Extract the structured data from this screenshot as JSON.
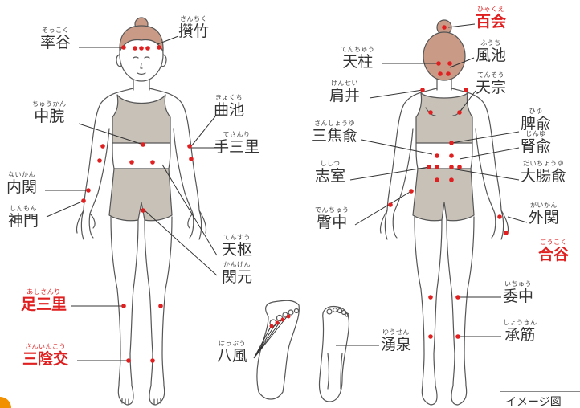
{
  "caption": "イメージ図",
  "colors": {
    "body_outline": "#555555",
    "clothing": "#c7c1b8",
    "hair": "#c99a86",
    "point": "#e02020",
    "leader_line": "#333333",
    "corner_badge": "#f29100"
  },
  "front_points": [
    {
      "furigana": "そっこく",
      "name": "率谷",
      "highlight": false
    },
    {
      "furigana": "さんちく",
      "name": "攢竹",
      "highlight": false
    },
    {
      "furigana": "ちゅうかん",
      "name": "中脘",
      "highlight": false
    },
    {
      "furigana": "きょくち",
      "name": "曲池",
      "highlight": false
    },
    {
      "furigana": "てさんり",
      "name": "手三里",
      "highlight": false
    },
    {
      "furigana": "ないかん",
      "name": "内関",
      "highlight": false
    },
    {
      "furigana": "しんもん",
      "name": "神門",
      "highlight": false
    },
    {
      "furigana": "てんすう",
      "name": "天枢",
      "highlight": false
    },
    {
      "furigana": "かんげん",
      "name": "関元",
      "highlight": false
    },
    {
      "furigana": "あしさんり",
      "name": "足三里",
      "highlight": true
    },
    {
      "furigana": "さんいんこう",
      "name": "三陰交",
      "highlight": true
    }
  ],
  "foot_points": [
    {
      "furigana": "はっぷう",
      "name": "八風",
      "highlight": false
    },
    {
      "furigana": "ゆうせん",
      "name": "湧泉",
      "highlight": false
    }
  ],
  "back_points": [
    {
      "furigana": "ひゃくえ",
      "name": "百会",
      "highlight": true
    },
    {
      "furigana": "てんちゅう",
      "name": "天柱",
      "highlight": false
    },
    {
      "furigana": "ふうち",
      "name": "風池",
      "highlight": false
    },
    {
      "furigana": "けんせい",
      "name": "肩井",
      "highlight": false
    },
    {
      "furigana": "てんそう",
      "name": "天宗",
      "highlight": false
    },
    {
      "furigana": "ひゆ",
      "name": "脾兪",
      "highlight": false
    },
    {
      "furigana": "さんしょうゆ",
      "name": "三焦兪",
      "highlight": false
    },
    {
      "furigana": "じんゆ",
      "name": "腎兪",
      "highlight": false
    },
    {
      "furigana": "ししつ",
      "name": "志室",
      "highlight": false
    },
    {
      "furigana": "だいちょうゆ",
      "name": "大腸兪",
      "highlight": false
    },
    {
      "furigana": "がいかん",
      "name": "外関",
      "highlight": false
    },
    {
      "furigana": "でんちゅう",
      "name": "臀中",
      "highlight": false
    },
    {
      "furigana": "ごうこく",
      "name": "合谷",
      "highlight": true
    },
    {
      "furigana": "いちゅう",
      "name": "委中",
      "highlight": false
    },
    {
      "furigana": "しょうきん",
      "name": "承筋",
      "highlight": false
    }
  ]
}
